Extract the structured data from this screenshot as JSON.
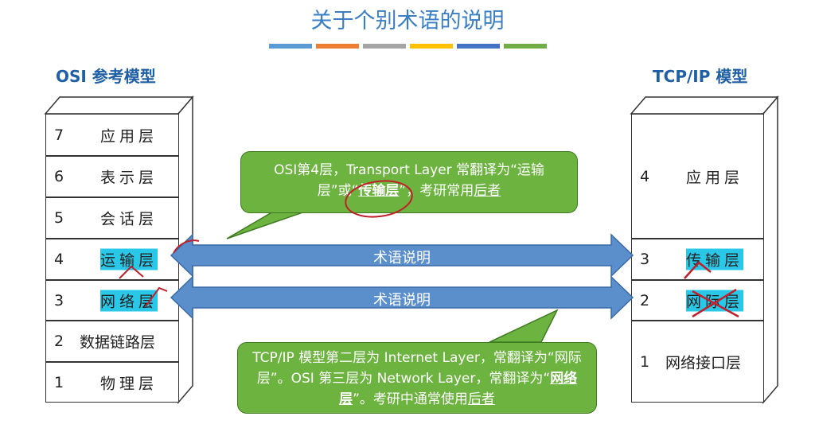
{
  "title": "关于个别术语的说明",
  "color_bars": [
    "#5b9bd5",
    "#ed7d31",
    "#a5a5a5",
    "#ffc000",
    "#4472c4",
    "#70ad47"
  ],
  "osi": {
    "header": "OSI 参考模型",
    "layers": [
      {
        "num": "7",
        "label": "应用层",
        "highlight": false
      },
      {
        "num": "6",
        "label": "表示层",
        "highlight": false
      },
      {
        "num": "5",
        "label": "会话层",
        "highlight": false
      },
      {
        "num": "4",
        "label": "运输层",
        "highlight": true
      },
      {
        "num": "3",
        "label": "网络层",
        "highlight": true
      },
      {
        "num": "2",
        "label": "数据链路层",
        "highlight": false
      },
      {
        "num": "1",
        "label": "物理层",
        "highlight": false
      }
    ]
  },
  "tcpip": {
    "header": "TCP/IP 模型",
    "layers": [
      {
        "num": "4",
        "label": "应用层",
        "highlight": false
      },
      {
        "num": "3",
        "label": "传输层",
        "highlight": true
      },
      {
        "num": "2",
        "label": "网际层",
        "highlight": true
      },
      {
        "num": "1",
        "label": "网络接口层",
        "highlight": false
      }
    ]
  },
  "arrows": {
    "top_label": "术语说明",
    "bottom_label": "术语说明"
  },
  "callout1": {
    "pre": "OSI第4层，Transport Layer 常翻译为“运输层”或“",
    "em": "传输层",
    "mid": "”，考研常用",
    "u": "后者"
  },
  "callout2": {
    "pre": "TCP/IP 模型第二层为 Internet Layer，常翻译为“网际层”。OSI 第三层为 Network Layer，常翻译为“",
    "em": "网络层",
    "mid": "”。考研中通常使用",
    "u": "后者"
  }
}
